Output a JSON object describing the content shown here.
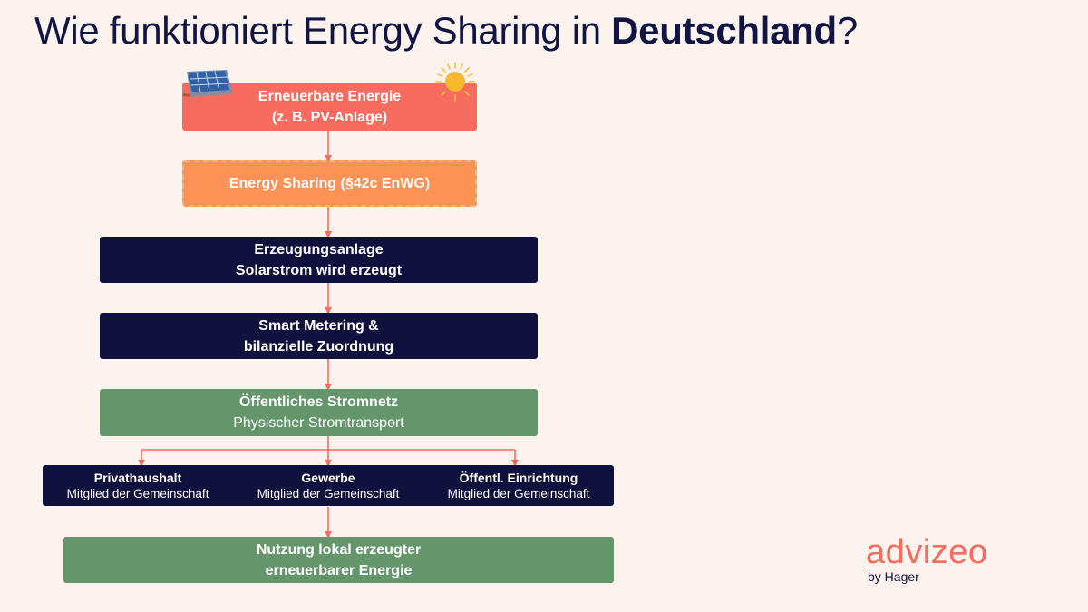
{
  "title": {
    "prefix": "Wie funktioniert Energy Sharing in ",
    "bold": "Deutschland",
    "suffix": "?"
  },
  "nodes": {
    "renewable": {
      "line1": "Erneuerbare Energie",
      "line2": "(z. B. PV-Anlage)"
    },
    "sharing": {
      "line1": "Energy Sharing (§42c EnWG)"
    },
    "generation": {
      "line1": "Erzeugungsanlage",
      "line2": "Solarstrom wird erzeugt"
    },
    "metering": {
      "line1": "Smart Metering &",
      "line2": "bilanzielle Zuordnung"
    },
    "grid": {
      "line1": "Öffentliches Stromnetz",
      "line2": "Physischer Stromtransport"
    },
    "members": [
      {
        "name": "Privathaushalt",
        "role": "Mitglied der Gemeinschaft"
      },
      {
        "name": "Gewerbe",
        "role": "Mitglied der Gemeinschaft"
      },
      {
        "name": "Öffentl. Einrichtung",
        "role": "Mitglied der Gemeinschaft"
      }
    ],
    "usage": {
      "line1": "Nutzung lokal erzeugter",
      "line2": "erneuerbarer Energie"
    }
  },
  "icons": {
    "solar_panel": "solar-panel-icon",
    "sun": "sun-icon"
  },
  "logo": {
    "word": "advizeo",
    "sub": "by Hager"
  },
  "colors": {
    "background": "#fcf2ee",
    "coral": "#f76c5e",
    "orange": "#fd9256",
    "navy": "#11113d",
    "green": "#64956b",
    "arrow": "#f76c5e"
  }
}
